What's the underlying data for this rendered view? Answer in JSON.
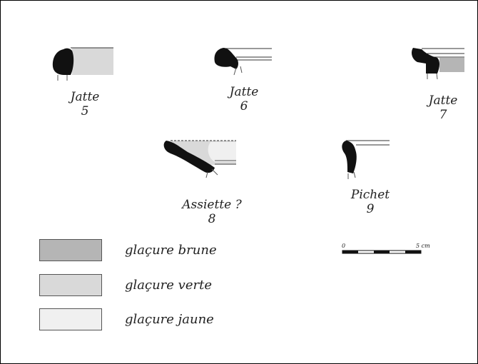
{
  "colors": {
    "profile_fill": "#111111",
    "glaze_brune": "#b5b5b5",
    "glaze_verte": "#d9d9d9",
    "glaze_jaune": "#f0f0f0",
    "border": "#000000"
  },
  "items": [
    {
      "name": "Jatte",
      "number": "5"
    },
    {
      "name": "Jatte",
      "number": "6"
    },
    {
      "name": "Jatte",
      "number": "7"
    },
    {
      "name": "Assiette ?",
      "number": "8"
    },
    {
      "name": "Pichet",
      "number": "9"
    }
  ],
  "legend": [
    {
      "label": "glaçure brune",
      "color": "#b5b5b5"
    },
    {
      "label": "glaçure verte",
      "color": "#d9d9d9"
    },
    {
      "label": "glaçure jaune",
      "color": "#f0f0f0"
    }
  ],
  "scale": {
    "start": "0",
    "end": "5 cm"
  }
}
